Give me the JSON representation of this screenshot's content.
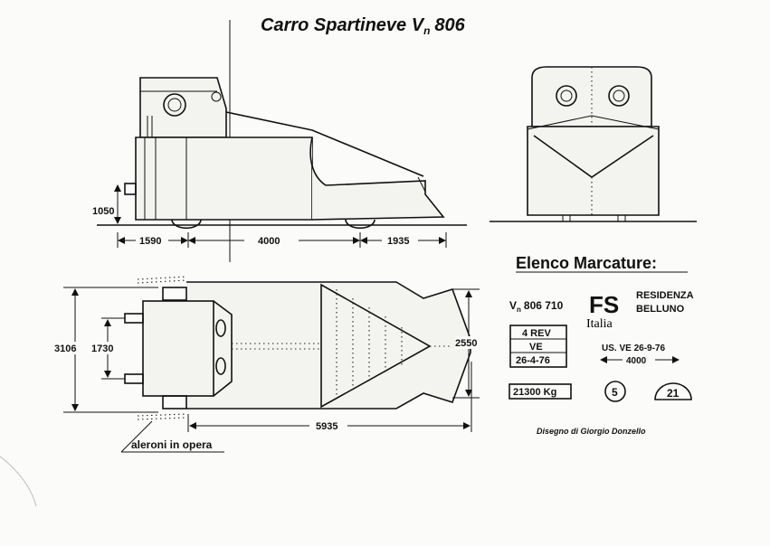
{
  "title_main": "Carro Spartineve V",
  "title_sub": "n",
  "title_num": "806",
  "dimensions": {
    "height_wheel": "1050",
    "front_overhang": "1590",
    "wheelbase": "4000",
    "rear_overhang": "1935",
    "total_width": "3106",
    "inner_width": "1730",
    "plow_width": "2550",
    "plan_length": "5935"
  },
  "callout": "aleroni in opera",
  "markings": {
    "heading": "Elenco Marcature:",
    "number_prefix": "V",
    "number_sub": "n",
    "number_rest": "806 710",
    "logo_fs": "FS",
    "logo_italia": "Italia",
    "residence_line1": "RESIDENZA",
    "residence_line2": "BELLUNO",
    "rev_line1": "4 REV",
    "rev_line2": "VE",
    "rev_line3": "26-4-76",
    "us_ve": "US. VE  26-9-76",
    "us_ve_span": "4000",
    "weight": "21300 Kg",
    "circle_num": "5",
    "dome_num": "21"
  },
  "credit": "Disegno di Giorgio Donzello"
}
